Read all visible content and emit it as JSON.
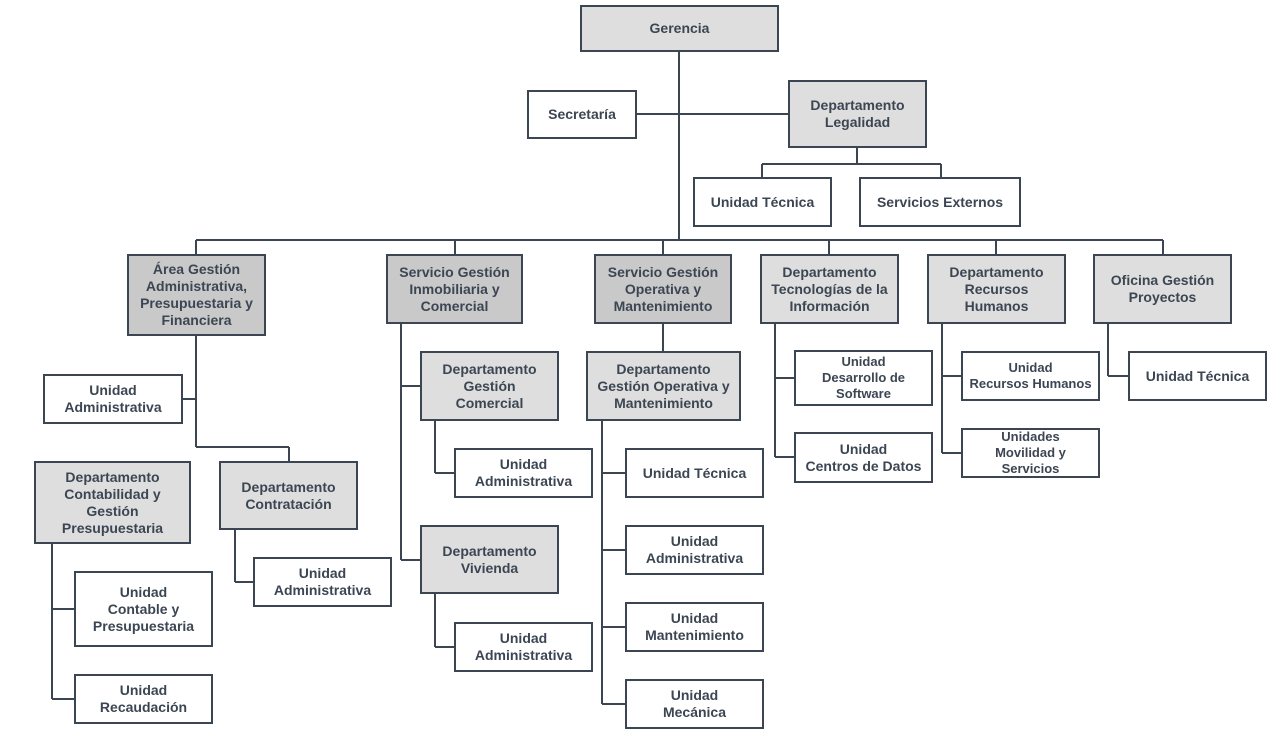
{
  "org_chart": {
    "boxes": {
      "gerencia": "Gerencia",
      "secretaria": "Secretaría",
      "dep_legalidad": "Departamento\nLegalidad",
      "unidad_tecnica_legal": "Unidad Técnica",
      "servicios_externos": "Servicios Externos",
      "area_gestion_admin": "Área Gestión\nAdministrativa,\nPresupuestaria y\nFinanciera",
      "servicio_inmobiliaria": "Servicio Gestión\nInmobiliaria y\nComercial",
      "servicio_operativa": "Servicio Gestión\nOperativa y\nMantenimiento",
      "dep_tecnologias": "Departamento\nTecnologías de la\nInformación",
      "dep_rrhh": "Departamento\nRecursos\nHumanos",
      "oficina_proyectos": "Oficina Gestión\nProyectos",
      "unidad_administrativa_area": "Unidad\nAdministrativa",
      "dep_contabilidad": "Departamento\nContabilidad y\nGestión\nPresupuestaria",
      "dep_contratacion": "Departamento\nContratación",
      "unidad_administrativa_contratacion": "Unidad\nAdministrativa",
      "unidad_contable": "Unidad\nContable y\nPresupuestaria",
      "unidad_recaudacion": "Unidad\nRecaudación",
      "dep_gestion_comercial": "Departamento\nGestión Comercial",
      "unidad_administrativa_comercial": "Unidad\nAdministrativa",
      "dep_vivienda": "Departamento\nVivienda",
      "unidad_administrativa_vivienda": "Unidad\nAdministrativa",
      "dep_gestion_operativa": "Departamento\nGestión Operativa y\nMantenimiento",
      "unidad_tecnica_operativa": "Unidad Técnica",
      "unidad_administrativa_operativa": "Unidad\nAdministrativa",
      "unidad_mantenimiento": "Unidad\nMantenimiento",
      "unidad_mecanica": "Unidad\nMecánica",
      "unidad_desarrollo_software": "Unidad\nDesarrollo de\nSoftware",
      "unidad_centros_datos": "Unidad\nCentros de Datos",
      "unidad_rrhh": "Unidad\nRecursos Humanos",
      "unidades_movilidad": "Unidades\nMovilidad y\nServicios",
      "unidad_tecnica_proyectos": "Unidad Técnica"
    },
    "colors": {
      "border": "#3c4653",
      "text": "#3c4653",
      "fill_dark": "#c9c9c9",
      "fill_light": "#dedede",
      "fill_white": "#ffffff"
    }
  }
}
